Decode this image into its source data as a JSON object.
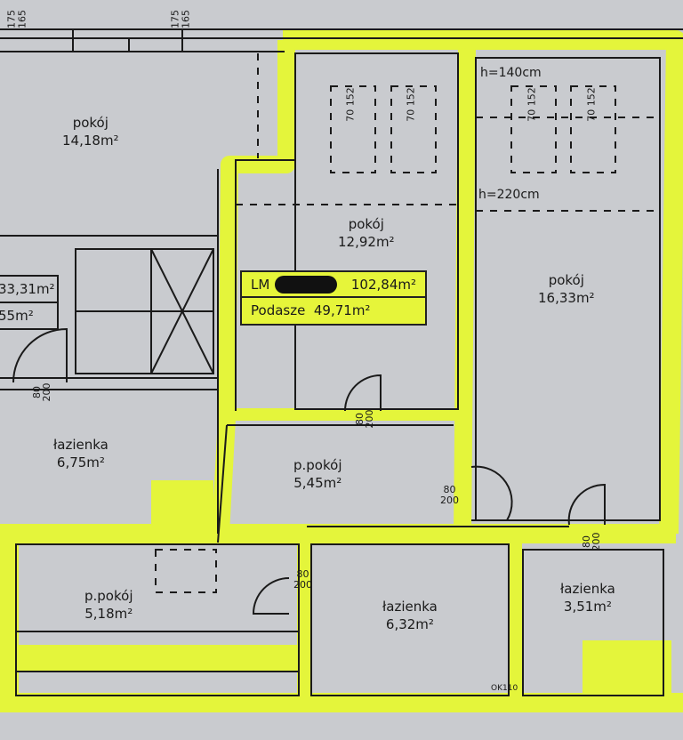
{
  "title_block": {
    "lm_label": "LM",
    "lm_area": "102,84m²",
    "attic_label": "Podasze",
    "attic_area": "49,71m²"
  },
  "rooms": [
    {
      "name": "pokój",
      "area": "14,18m²"
    },
    {
      "name": "pokój",
      "area": "12,92m²"
    },
    {
      "name": "pokój",
      "area": "16,33m²"
    },
    {
      "name": "łazienka",
      "area": "6,75m²"
    },
    {
      "name": "p.pokój",
      "area": "5,45m²"
    },
    {
      "name": "p.pokój",
      "area": "5,18m²"
    },
    {
      "name": "łazienka",
      "area": "6,32m²"
    },
    {
      "name": "łazienka",
      "area": "3,51m²"
    }
  ],
  "partial_areas": [
    "33,31m²",
    "55m²"
  ],
  "heights": [
    "h=140cm",
    "h=220cm"
  ],
  "door": {
    "w": "80",
    "h": "200"
  },
  "window": {
    "w": "70",
    "h": "152"
  },
  "top_windows": {
    "a": "175",
    "b": "165"
  },
  "marker": "OK110",
  "highlight_color": "#e4f53b"
}
